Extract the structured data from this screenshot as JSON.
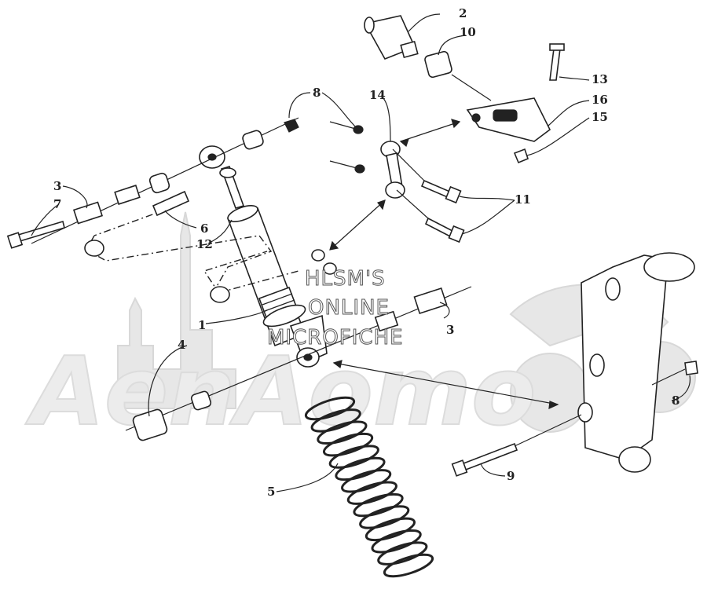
{
  "watermark": {
    "brand": "AenAomo",
    "overlay_lines": [
      "HLSM'S",
      "ONLINE",
      "MICROFICHE"
    ]
  },
  "callouts": [
    {
      "id": "c1",
      "label": "1"
    },
    {
      "id": "c2",
      "label": "2"
    },
    {
      "id": "c3a",
      "label": "3"
    },
    {
      "id": "c3b",
      "label": "3"
    },
    {
      "id": "c4",
      "label": "4"
    },
    {
      "id": "c5",
      "label": "5"
    },
    {
      "id": "c6",
      "label": "6"
    },
    {
      "id": "c7",
      "label": "7"
    },
    {
      "id": "c8a",
      "label": "8"
    },
    {
      "id": "c8b",
      "label": "8"
    },
    {
      "id": "c9",
      "label": "9"
    },
    {
      "id": "c10",
      "label": "10"
    },
    {
      "id": "c11",
      "label": "11"
    },
    {
      "id": "c12",
      "label": "12"
    },
    {
      "id": "c13",
      "label": "13"
    },
    {
      "id": "c14",
      "label": "14"
    },
    {
      "id": "c15",
      "label": "15"
    },
    {
      "id": "c16",
      "label": "16"
    }
  ]
}
